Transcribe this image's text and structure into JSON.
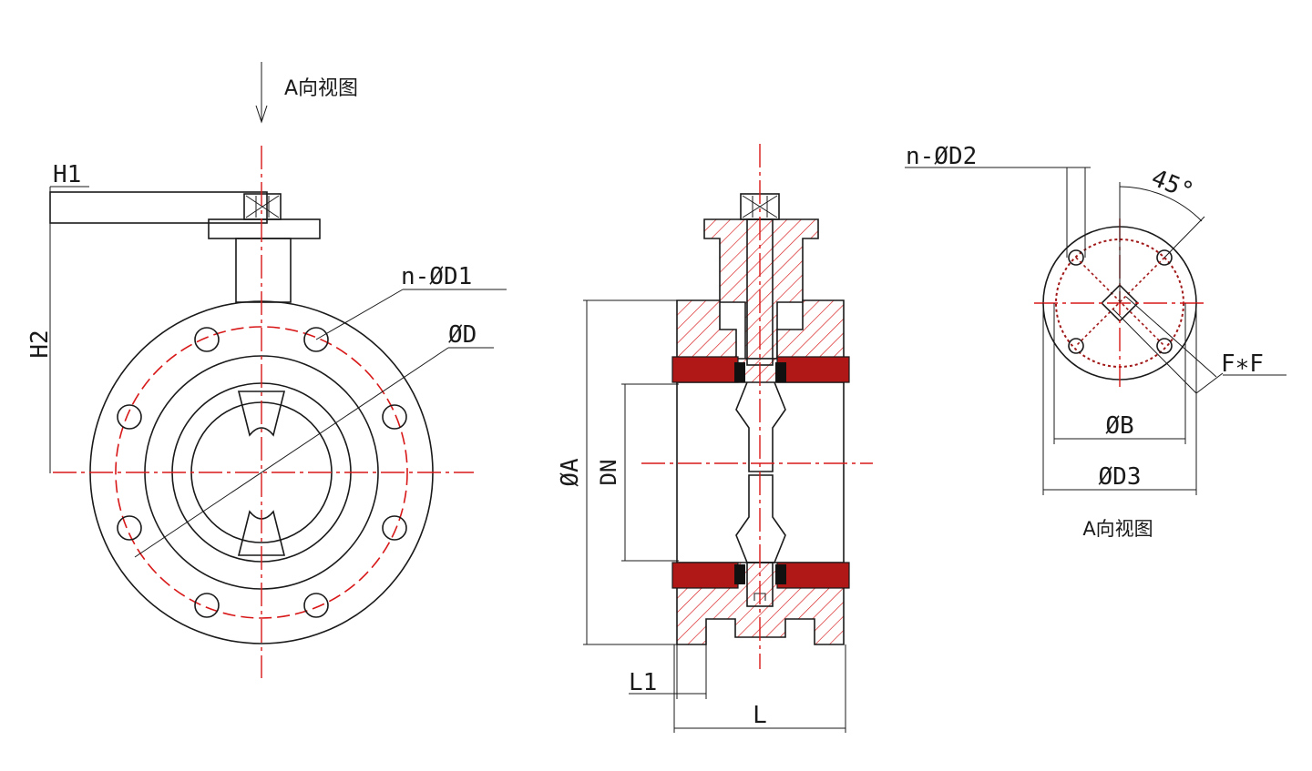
{
  "views": {
    "front": {
      "arrow_label": "A向视图",
      "labels": {
        "h1": "H1",
        "h2": "H2",
        "bolt_holes": "n-ØD1",
        "flange_diameter": "ØD"
      }
    },
    "section": {
      "labels": {
        "seal_diameter": "ØA",
        "nominal_diameter": "DN",
        "l1": "L1",
        "length": "L"
      }
    },
    "view_a": {
      "caption": "A向视图",
      "labels": {
        "top_holes": "n-ØD2",
        "angle": "45°",
        "square": "F∗F",
        "pcd": "ØB",
        "outer": "ØD3"
      }
    }
  },
  "colors": {
    "line": "#1a1a1a",
    "centerline": "#d81818",
    "hatch": "#d81818",
    "liner": "#b01818"
  }
}
